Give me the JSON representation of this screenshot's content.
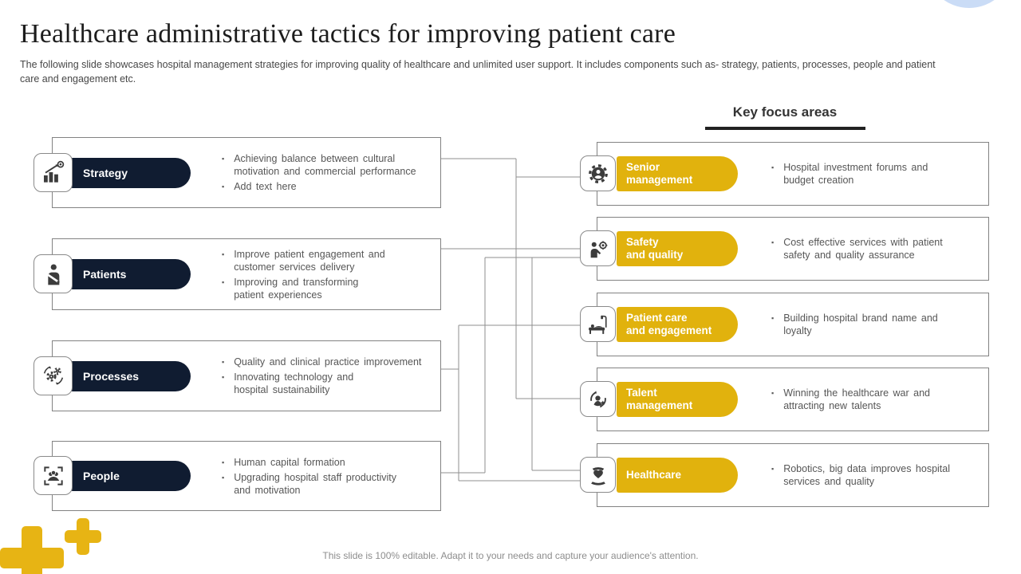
{
  "slide": {
    "title": "Healthcare administrative tactics for improving patient care",
    "subtitle": "The following slide showcases hospital management strategies for improving quality of healthcare and unlimited user support. It includes components such as- strategy, patients, processes, people and patient care and engagement etc.",
    "right_header": "Key focus areas",
    "footer": "This slide is 100% editable. Adapt it to your needs and capture your audience's attention."
  },
  "colors": {
    "navy_pill": "#101c31",
    "yellow_pill": "#e1b20d",
    "box_border": "#828282",
    "connector_line": "#8f8f8f",
    "bullet_text": "#565656",
    "ring_blue": "#cadcf6",
    "plus_yellow": "#e7b414",
    "icon_gray": "#3c3c3c"
  },
  "left_items": [
    {
      "label": "Strategy",
      "icon": "growth-chart-icon",
      "bullets": [
        "Achieving balance between cultural\nmotivation and commercial performance",
        "Add text here"
      ]
    },
    {
      "label": "Patients",
      "icon": "patient-icon",
      "bullets": [
        "Improve patient engagement and\ncustomer services delivery",
        "Improving and transforming\npatient experiences"
      ]
    },
    {
      "label": "Processes",
      "icon": "gears-icon",
      "bullets": [
        "Quality and clinical practice improvement",
        "Innovating technology and\nhospital sustainability"
      ]
    },
    {
      "label": "People",
      "icon": "people-focus-icon",
      "bullets": [
        "Human capital formation",
        "Upgrading hospital staff productivity\nand motivation"
      ]
    }
  ],
  "right_items": [
    {
      "label": "Senior\nmanagement",
      "icon": "gear-person-icon",
      "bullets": [
        "Hospital investment forums and\nbudget creation"
      ]
    },
    {
      "label": "Safety\nand quality",
      "icon": "quality-presenter-icon",
      "bullets": [
        "Cost effective services with patient\nsafety and quality assurance"
      ]
    },
    {
      "label": "Patient care\nand engagement",
      "icon": "hospital-bed-icon",
      "bullets": [
        "Building hospital brand name and\nloyalty"
      ]
    },
    {
      "label": "Talent\nmanagement",
      "icon": "talent-rotation-icon",
      "bullets": [
        "Winning the healthcare war and\nattracting new talents"
      ]
    },
    {
      "label": "Healthcare",
      "icon": "hands-heart-icon",
      "bullets": [
        "Robotics, big data improves hospital\nservices and quality"
      ]
    }
  ]
}
